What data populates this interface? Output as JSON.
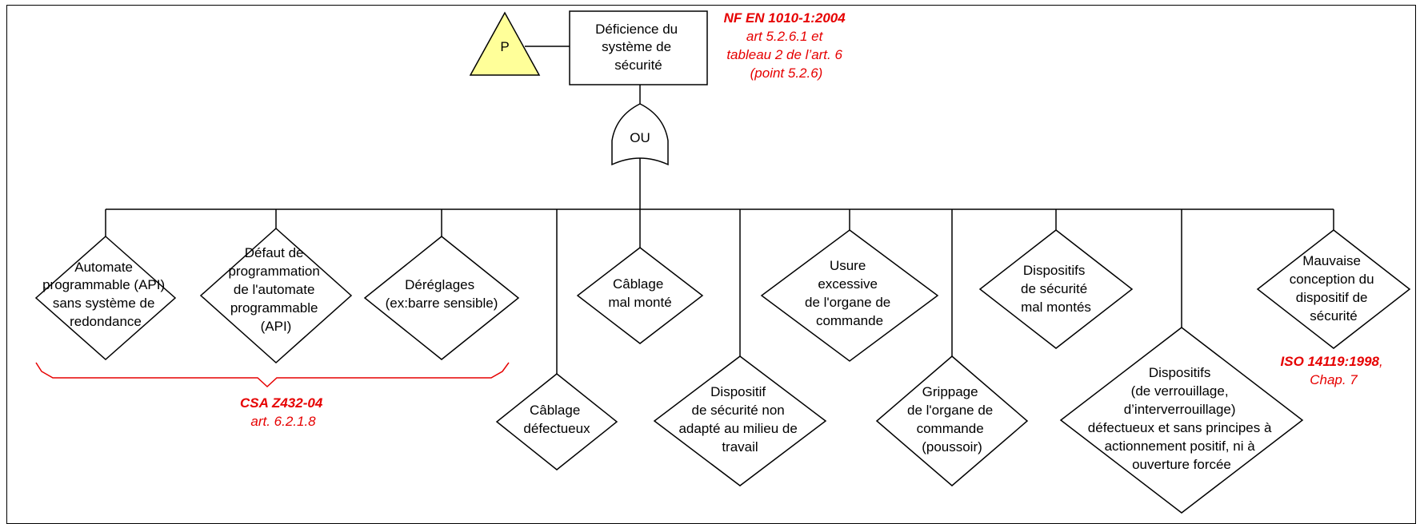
{
  "top_event": {
    "label_lines": [
      "Déficience du",
      "système de",
      "sécurité"
    ],
    "indicator": "P"
  },
  "gate": {
    "label": "OU"
  },
  "references": {
    "nf": [
      "NF EN 1010-1:2004",
      "art 5.2.6.1 et",
      "tableau 2 de l’art. 6",
      "(point 5.2.6)"
    ],
    "csa": [
      "CSA Z432-04",
      "art. 6.2.1.8"
    ],
    "iso": [
      "ISO 14119:1998",
      ",",
      "Chap. 7"
    ]
  },
  "events": [
    {
      "id": "automate",
      "lines": [
        "Automate",
        "programmable (API)",
        "sans système de",
        "redondance"
      ]
    },
    {
      "id": "defaut-programmation",
      "lines": [
        "Défaut de",
        "programmation",
        "de l'automate",
        "programmable",
        "(API)"
      ]
    },
    {
      "id": "dereglages",
      "lines": [
        "Déréglages",
        "(ex:barre sensible)"
      ]
    },
    {
      "id": "cablage-defectueux",
      "lines": [
        "Câblage",
        "défectueux"
      ]
    },
    {
      "id": "cablage-mal-monte",
      "lines": [
        "Câblage",
        "mal monté"
      ]
    },
    {
      "id": "dispositif-non-adapte",
      "lines": [
        "Dispositif",
        "de sécurité non",
        "adapté au milieu de",
        "travail"
      ]
    },
    {
      "id": "usure",
      "lines": [
        "Usure",
        "excessive",
        "de l'organe de",
        "commande"
      ]
    },
    {
      "id": "grippage",
      "lines": [
        "Grippage",
        "de l'organe de",
        "commande",
        "(poussoir)"
      ]
    },
    {
      "id": "dispositifs-mal-montes",
      "lines": [
        "Dispositifs",
        "de sécurité",
        "mal montés"
      ]
    },
    {
      "id": "dispositifs-verrouillage",
      "lines": [
        "Dispositifs",
        "(de verrouillage,",
        "d’interverrouillage)",
        "défectueux et sans principes à",
        "actionnement positif, ni à",
        "ouverture forcée"
      ]
    },
    {
      "id": "mauvaise-conception",
      "lines": [
        "Mauvaise",
        "conception du",
        "dispositif de",
        "sécurité"
      ]
    }
  ]
}
